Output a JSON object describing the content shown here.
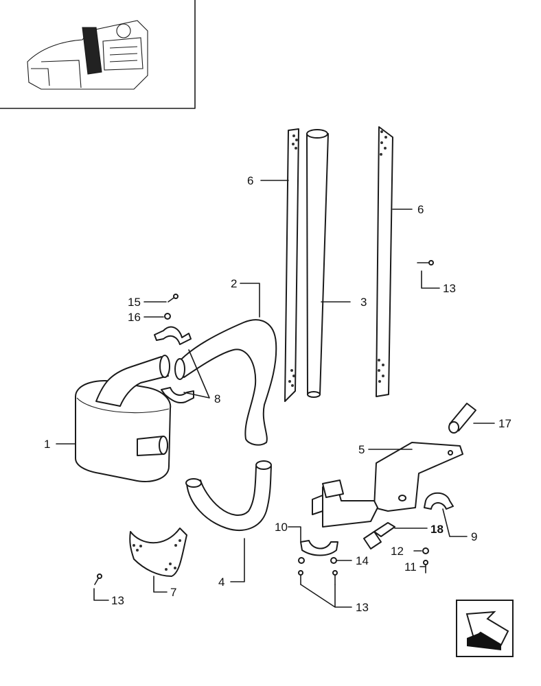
{
  "callouts": {
    "c1": "1",
    "c2": "2",
    "c3": "3",
    "c4": "4",
    "c5": "5",
    "c6a": "6",
    "c6b": "6",
    "c7": "7",
    "c8": "8",
    "c9": "9",
    "c10": "10",
    "c11": "11",
    "c12": "12",
    "c13a": "13",
    "c13b": "13",
    "c13c": "13",
    "c14": "14",
    "c15": "15",
    "c16": "16",
    "c17": "17",
    "c18": "18"
  },
  "icons": {
    "thumbnail": "engine-location-thumbnail",
    "nav": "previous-page-arrow-icon"
  }
}
